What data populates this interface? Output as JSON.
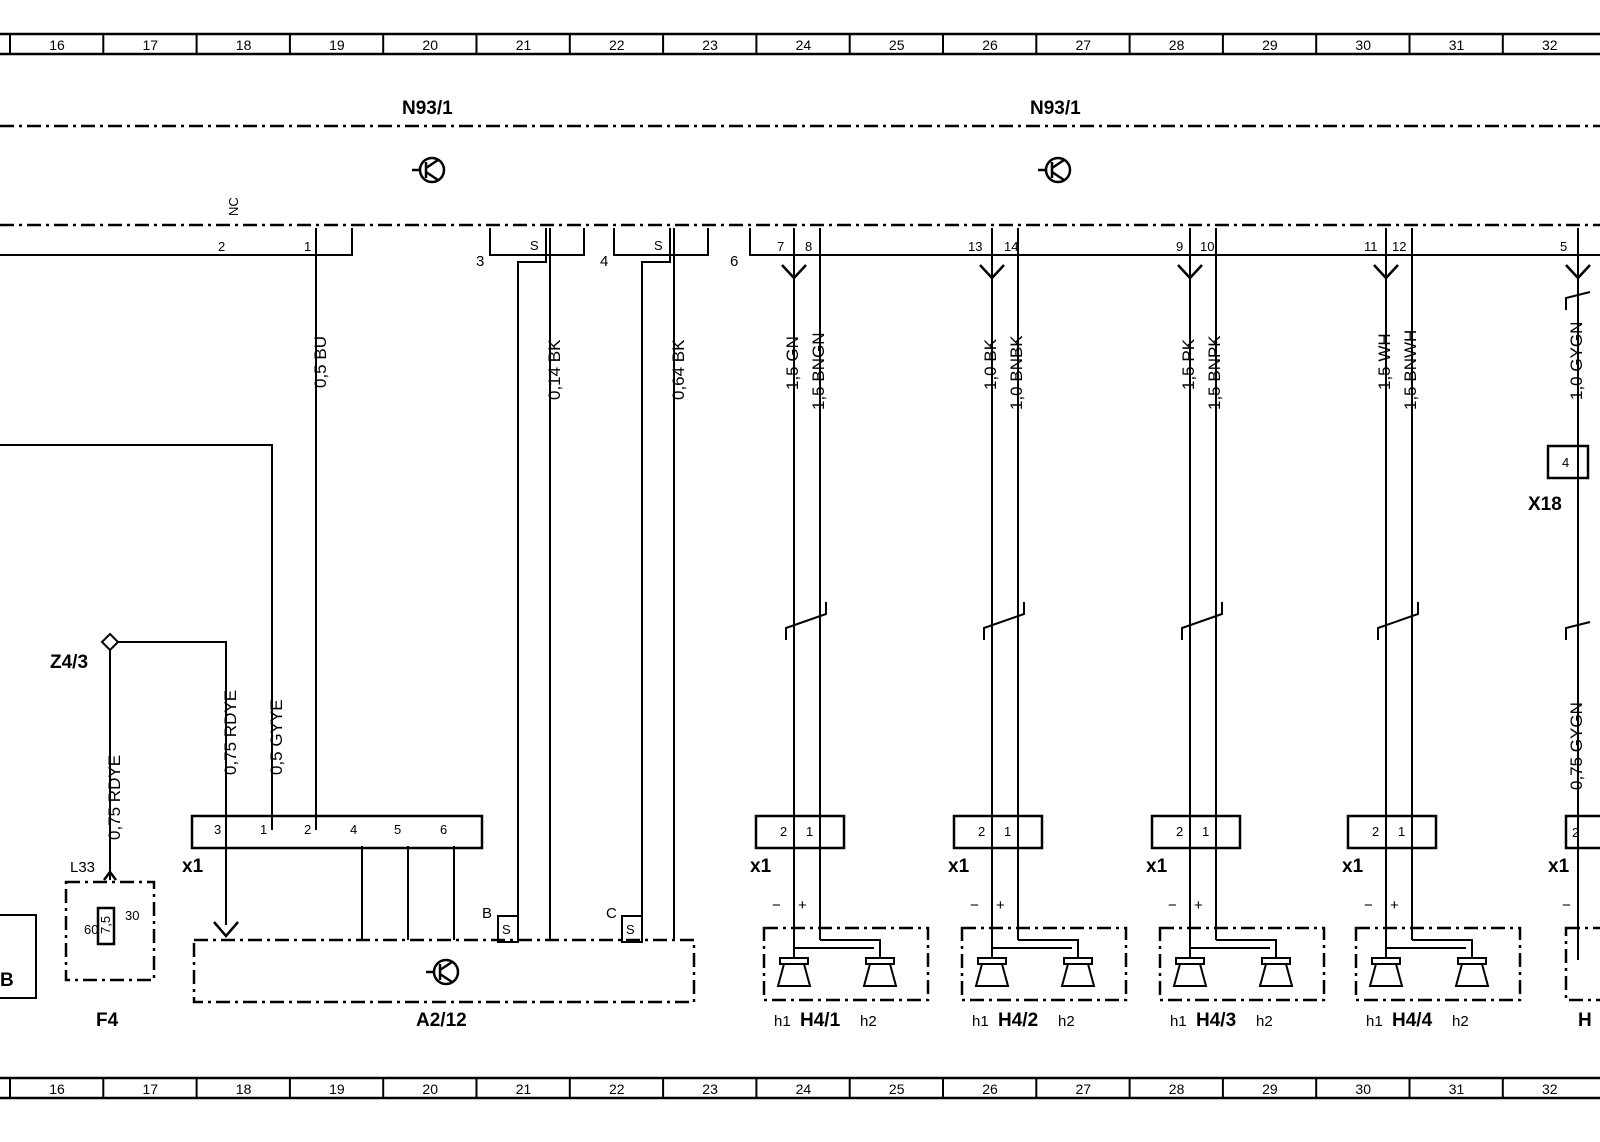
{
  "grid": {
    "columns": [
      "16",
      "17",
      "18",
      "19",
      "20",
      "21",
      "22",
      "23",
      "24",
      "25",
      "26",
      "27",
      "28",
      "29",
      "30",
      "31",
      "32"
    ]
  },
  "components": {
    "n93_left": "N93/1",
    "n93_right": "N93/1",
    "a2_12": "A2/12",
    "z4_3": "Z4/3",
    "f4": "F4",
    "x18": "X18",
    "l33": "L33",
    "x1": "x1",
    "partial_b": "B",
    "partial_h": "H"
  },
  "fuse": {
    "rating": "7,5",
    "pin_in": "30",
    "pin_out": "60"
  },
  "connector_numbers": {
    "c3": "3",
    "c4": "4",
    "c6": "6",
    "nc": "NC",
    "shield": "S",
    "branch_b": "B",
    "branch_c": "C"
  },
  "wires": {
    "w_bu": "0,5 BU",
    "w_014bk": "0,14 BK",
    "w_064bk": "0,64 BK",
    "w_gn": "1,5 GN",
    "w_bngn": "1,5 BNGN",
    "w_bk": "1,0 BK",
    "w_bnbk": "1,0 BNBK",
    "w_pk": "1,5 PK",
    "w_bnpk": "1,5 BNPK",
    "w_wh": "1,5 WH",
    "w_bnwh": "1,5 BNWH",
    "w_gygn1": "1,0 GYGN",
    "w_gygn075": "0,75 GYGN",
    "w_rdye_a": "0,75 RDYE",
    "w_gyye": "0,5 GYYE",
    "w_rdye_b": "0,75 RDYE"
  },
  "pins_top": {
    "p2": "2",
    "p1": "1",
    "p7": "7",
    "p8": "8",
    "p13": "13",
    "p14": "14",
    "p9": "9",
    "p10": "10",
    "p11": "11",
    "p12": "12",
    "p5": "5"
  },
  "x1_pins": [
    "3",
    "1",
    "2",
    "4",
    "5",
    "6"
  ],
  "speaker_pins": {
    "two": "2",
    "one": "1",
    "minus": "−",
    "plus": "+",
    "four": "4"
  },
  "speakers": [
    {
      "h1": "h1",
      "name": "H4/1",
      "h2": "h2"
    },
    {
      "h1": "h1",
      "name": "H4/2",
      "h2": "h2"
    },
    {
      "h1": "h1",
      "name": "H4/3",
      "h2": "h2"
    },
    {
      "h1": "h1",
      "name": "H4/4",
      "h2": "h2"
    }
  ]
}
